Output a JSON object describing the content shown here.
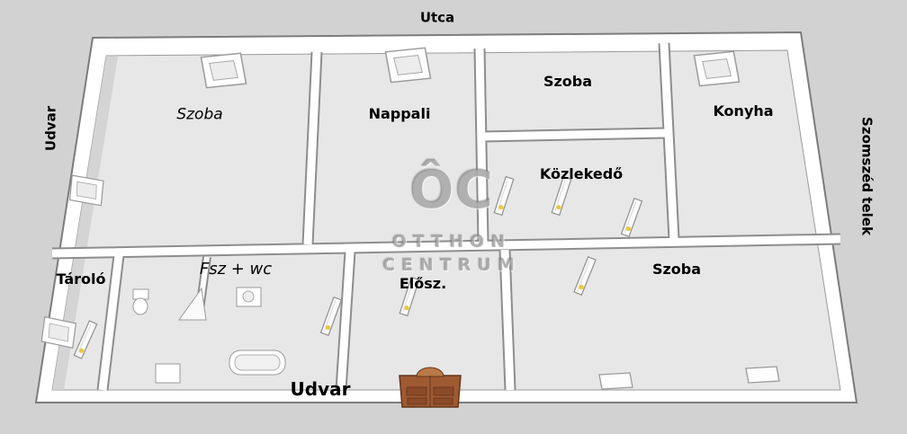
{
  "scene": {
    "background_color": "#d2d2d2",
    "wall_color": "#ffffff",
    "wall_edge_color": "#8d8d8d",
    "floor_color": "#e7e7e7",
    "door_handle_color": "#e9c93c",
    "entrance_door_color": "#a05a32",
    "label_color": "#000000",
    "watermark_color": "#8d8d8d"
  },
  "surroundings": {
    "top": "Utca",
    "left": "Udvar",
    "right": "Szomszéd telek",
    "bottom": "Udvar"
  },
  "rooms": [
    {
      "id": "szoba-1",
      "label": "Szoba"
    },
    {
      "id": "nappali",
      "label": "Nappali"
    },
    {
      "id": "szoba-2",
      "label": "Szoba"
    },
    {
      "id": "konyha",
      "label": "Konyha"
    },
    {
      "id": "kozlekedo",
      "label": "Közlekedő"
    },
    {
      "id": "tarolo",
      "label": "Tároló"
    },
    {
      "id": "fsz-wc",
      "label": "Fsz + wc"
    },
    {
      "id": "eloszoba",
      "label": "Elősz."
    },
    {
      "id": "szoba-3",
      "label": "Szoba"
    }
  ],
  "watermark": {
    "logo": "ÔC",
    "line1": "OTTHON",
    "line2": "CENTRUM"
  }
}
